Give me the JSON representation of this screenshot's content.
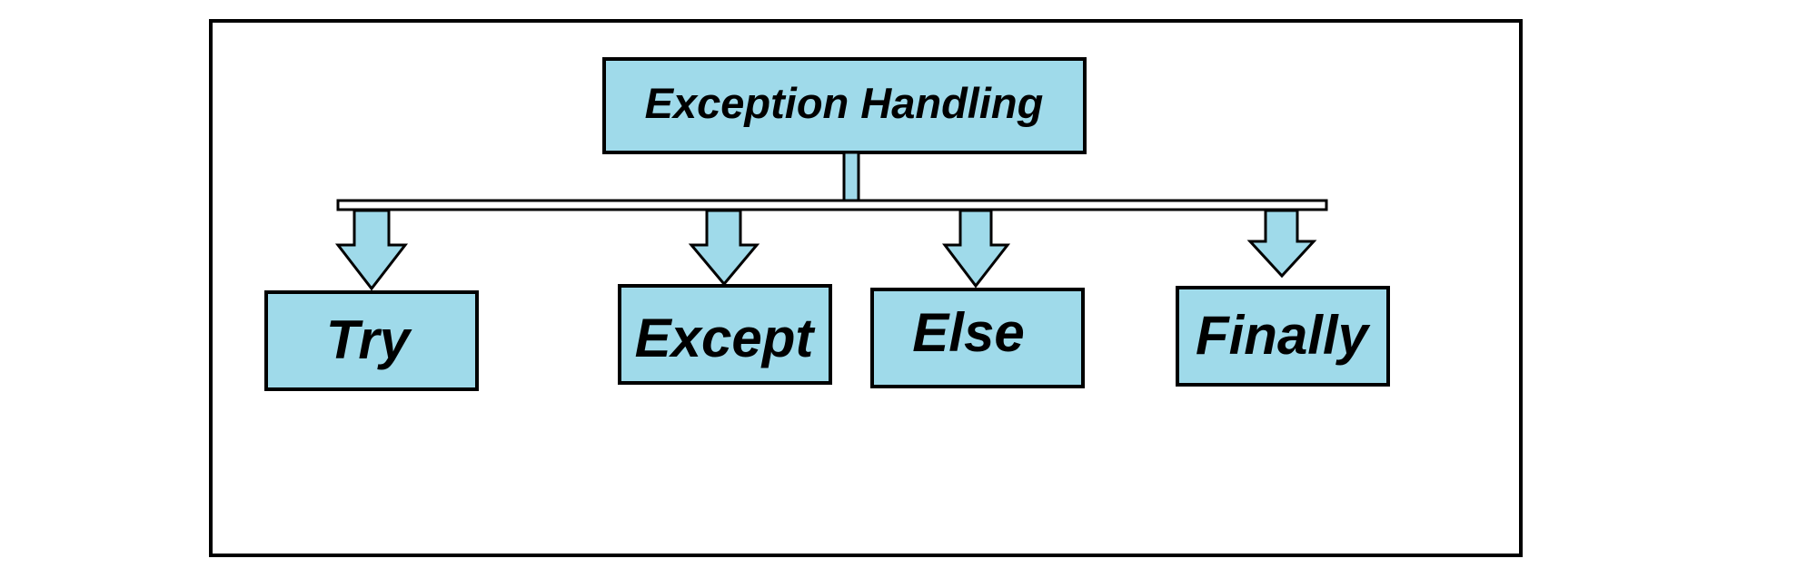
{
  "diagram": {
    "root": {
      "label": "Exception Handling"
    },
    "children": [
      {
        "key": "try",
        "label": "Try"
      },
      {
        "key": "except",
        "label": "Except"
      },
      {
        "key": "else",
        "label": "Else"
      },
      {
        "key": "finally",
        "label": "Finally"
      }
    ]
  },
  "colors": {
    "box_fill": "#9fdaea",
    "stroke": "#000000",
    "background": "#ffffff"
  }
}
